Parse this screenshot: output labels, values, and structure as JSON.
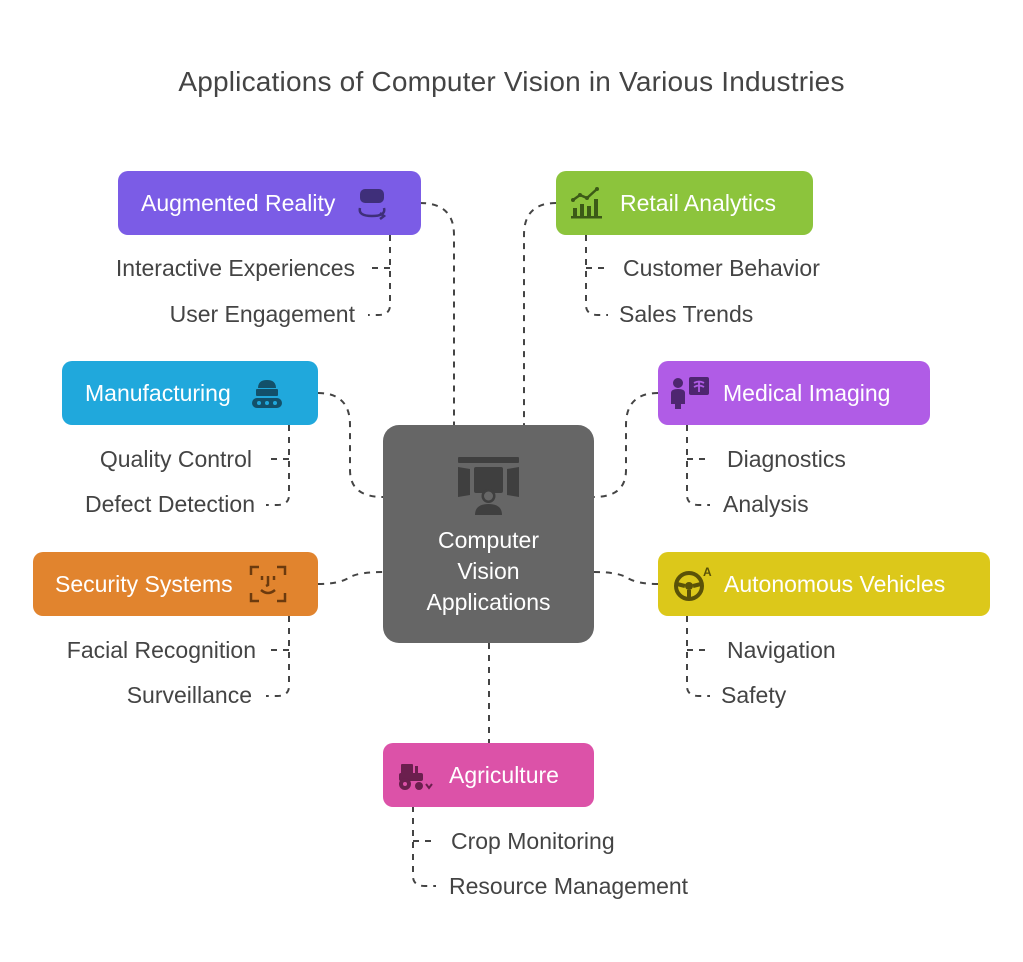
{
  "title": "Applications of Computer Vision in Various Industries",
  "center": {
    "label_lines": [
      "Computer",
      "Vision",
      "Applications"
    ],
    "icon": "computer-vision-icon",
    "color": "#666666"
  },
  "categories": {
    "augmented_reality": {
      "label": "Augmented Reality",
      "color": "#7b5ce6",
      "icon": "vr-headset-icon",
      "items": [
        "Interactive Experiences",
        "User Engagement"
      ]
    },
    "retail_analytics": {
      "label": "Retail Analytics",
      "color": "#8cc43c",
      "icon": "bar-chart-trend-icon",
      "items": [
        "Customer Behavior",
        "Sales Trends"
      ]
    },
    "manufacturing": {
      "label": "Manufacturing",
      "color": "#20a8dc",
      "icon": "conveyor-icon",
      "items": [
        "Quality Control",
        "Defect Detection"
      ]
    },
    "medical_imaging": {
      "label": "Medical Imaging",
      "color": "#b05ce6",
      "icon": "doctor-xray-icon",
      "items": [
        "Diagnostics",
        "Analysis"
      ]
    },
    "security_systems": {
      "label": "Security Systems",
      "color": "#e1842e",
      "icon": "face-scan-icon",
      "items": [
        "Facial Recognition",
        "Surveillance"
      ]
    },
    "autonomous_vehicles": {
      "label": "Autonomous Vehicles",
      "color": "#dcc81a",
      "icon": "steering-wheel-auto-icon",
      "items": [
        "Navigation",
        "Safety"
      ]
    },
    "agriculture": {
      "label": "Agriculture",
      "color": "#dc52a8",
      "icon": "tractor-icon",
      "items": [
        "Crop Monitoring",
        "Resource Management"
      ]
    }
  }
}
